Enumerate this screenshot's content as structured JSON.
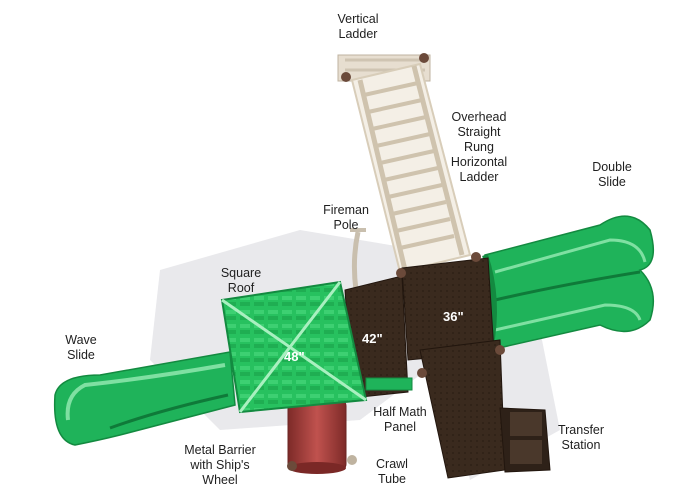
{
  "labels": {
    "vertical_ladder": "Vertical\nLadder",
    "overhead_ladder": "Overhead\nStraight\nRung\nHorizontal\nLadder",
    "double_slide": "Double\nSlide",
    "fireman_pole": "Fireman\nPole",
    "square_roof": "Square\nRoof",
    "wave_slide": "Wave\nSlide",
    "half_math_panel": "Half Math\nPanel",
    "transfer_station": "Transfer\nStation",
    "metal_barrier": "Metal Barrier\nwith Ship's\nWheel",
    "crawl_tube": "Crawl\nTube"
  },
  "deck_heights": {
    "roof_deck": "48\"",
    "middle_deck": "42\"",
    "right_deck": "36\""
  },
  "colors": {
    "slide_green": "#1fb35a",
    "deck_brown": "#3a2a1e",
    "ladder_cream": "#eee6d8",
    "tube_red": "#a8413f"
  }
}
